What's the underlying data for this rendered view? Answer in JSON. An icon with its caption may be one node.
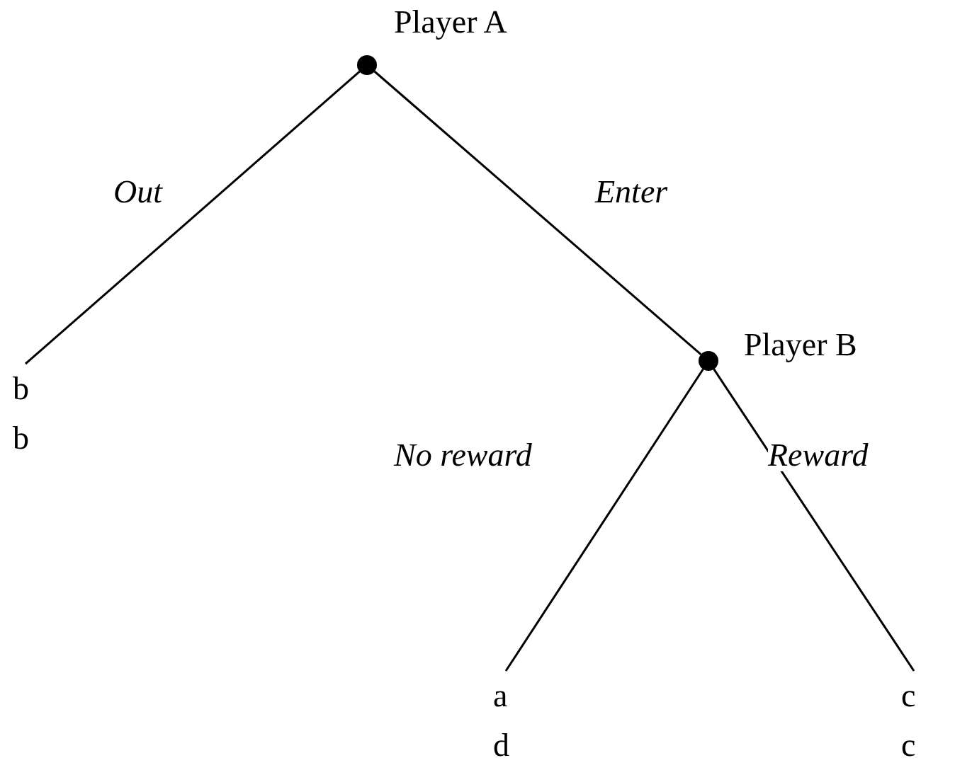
{
  "diagram": {
    "nodes": [
      {
        "text": [],
        "shape": "circle",
        "beside": [
          "Player A"
        ]
      },
      {
        "text": [
          "b",
          "b"
        ]
      },
      {
        "text": [],
        "shape": "circle",
        "beside": [
          "Player B"
        ]
      },
      {
        "text": [
          "a",
          "d"
        ]
      },
      {
        "text": [
          "c",
          "c"
        ]
      }
    ],
    "edges": [
      {
        "from": 0,
        "to": 1,
        "arrow": "none",
        "label": "Out"
      },
      {
        "from": 0,
        "to": 2,
        "arrow": "none",
        "label": "Enter"
      },
      {
        "from": 2,
        "to": 3,
        "arrow": "none",
        "label": "No reward"
      },
      {
        "from": 2,
        "to": 4,
        "arrow": "none",
        "label": "Reward"
      }
    ]
  }
}
